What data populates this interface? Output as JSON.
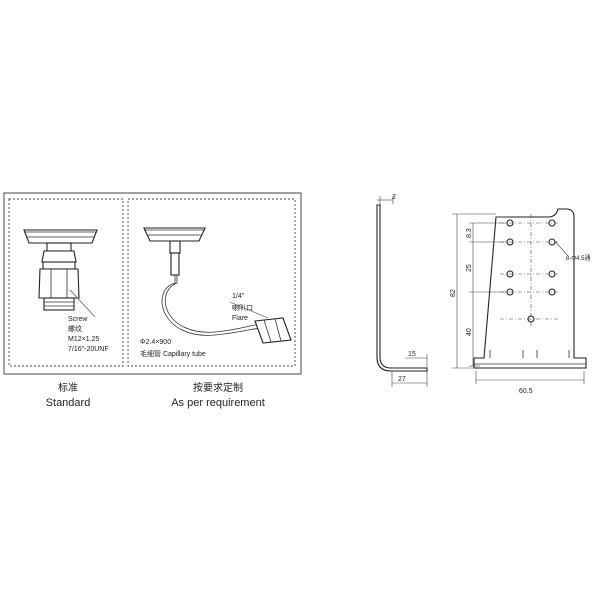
{
  "left_panel": {
    "screw_label": "Screw",
    "screw_cn": "螺纹",
    "thread_metric": "M12×1.25",
    "thread_unf": "7/16\"-20UNF",
    "flare_size": "1/4\"",
    "flare_cn": "喇叭口",
    "flare_label": "Flare",
    "tube_size": "Φ2.4×900",
    "capillary_label": "毛细管 Capillary  tube",
    "standard_cn": "标准",
    "standard_en": "Standard",
    "requirement_cn": "按要求定制",
    "requirement_en": "As per requirement"
  },
  "bracket_side": {
    "dim_thickness": "2",
    "dim_foot": "15",
    "dim_depth": "27"
  },
  "bracket_front": {
    "dim_hole_spacing_1": "8.3",
    "dim_hole_spacing_2": "25",
    "dim_lower": "40",
    "dim_height": "82",
    "dim_width": "60.5",
    "holes_label": "8-Φ4.5通"
  }
}
